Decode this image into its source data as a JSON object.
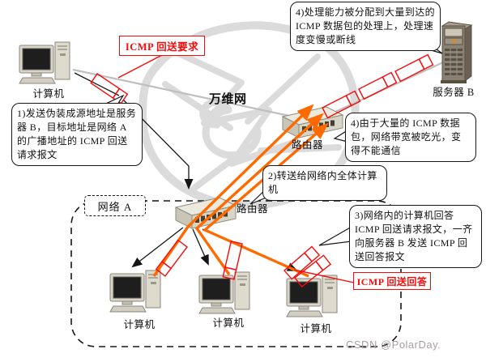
{
  "labels": {
    "internet": "万维网",
    "network_a": "网络 A"
  },
  "nodes": {
    "attacker": "计算机",
    "server_b": "服务器 B",
    "router_wan": "路由器",
    "router_lan": "路由器",
    "pc1": "计算机",
    "pc2": "计算机",
    "pc3": "计算机"
  },
  "flows": {
    "icmp_echo_request": "ICMP 回送要求",
    "icmp_echo_reply": "ICMP 回送回答"
  },
  "callouts": {
    "step1": "1)发送伪装成源地址是服务器 B，目标地址是网络 A 的广播地址的 ICMP 回送请求报文",
    "step2": "2)转送给网络内全体计算机",
    "step3": "3)网络内的计算机回答 ICMP 回送请求报文，一齐向服务器 B 发送 ICMP 回送回答报文",
    "step4_server": "4)处理能力被分配到大量到达的 ICMP 数据包的处理上，处理速度变慢或断线",
    "step4_network": "4)由于大量的 ICMP 数据包，网络带宽被吃光，变得不能通信"
  },
  "watermark": {
    "text": "CSDN @PolarDay."
  },
  "colors": {
    "attack_flow_orange": "#ff6a00",
    "packet_red": "#f40b0b",
    "link_gray": "#bfbfbf",
    "sketch_gray": "#dbdbdb",
    "callout_border": "#161616"
  }
}
